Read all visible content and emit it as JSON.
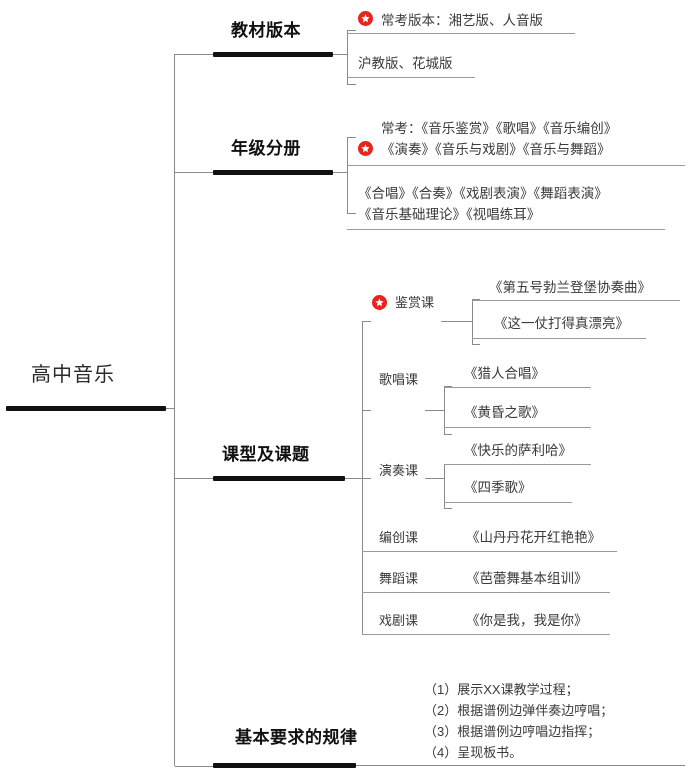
{
  "diagram": {
    "type": "mind-map",
    "title": "高中音乐",
    "root": {
      "label": "高中音乐"
    },
    "accent_color": "#e8241c",
    "line_color": "#8a8a8a",
    "branch_bar_color": "#111111"
  },
  "branches": [
    {
      "label": "教材版本",
      "children": [
        {
          "label": "常考版本：湘艺版、人音版",
          "starred": true
        },
        {
          "label": "沪教版、花城版",
          "starred": false
        }
      ]
    },
    {
      "label": "年级分册",
      "children": [
        {
          "label_line1": "常考：《音乐鉴赏》《歌唱》《音乐编创》",
          "label_line2": "《演奏》《音乐与戏剧》《音乐与舞蹈》",
          "starred": true
        },
        {
          "label_line1": "《合唱》《合奏》《戏剧表演》《舞蹈表演》",
          "label_line2": "《音乐基础理论》《视唱练耳》",
          "starred": false
        }
      ]
    },
    {
      "label": "课型及课题",
      "categories": [
        {
          "label": "鉴赏课",
          "starred": true,
          "topics": [
            "《第五号勃兰登堡协奏曲》",
            "《这一仗打得真漂亮》"
          ]
        },
        {
          "label": "歌唱课",
          "starred": false,
          "topics": [
            "《猎人合唱》",
            "《黄昏之歌》"
          ]
        },
        {
          "label": "演奏课",
          "starred": false,
          "topics": [
            "《快乐的萨利哈》",
            "《四季歌》"
          ]
        },
        {
          "label": "编创课",
          "starred": false,
          "topics": [
            "《山丹丹花开红艳艳》"
          ]
        },
        {
          "label": "舞蹈课",
          "starred": false,
          "topics": [
            "《芭蕾舞基本组训》"
          ]
        },
        {
          "label": "戏剧课",
          "starred": false,
          "topics": [
            "《你是我，我是你》"
          ]
        }
      ]
    },
    {
      "label": "基本要求的规律",
      "items": [
        "（1）展示XX课教学过程；",
        "（2）根据谱例边弹伴奏边哼唱；",
        "（3）根据谱例边哼唱边指挥；",
        "（4）呈现板书。"
      ]
    }
  ]
}
